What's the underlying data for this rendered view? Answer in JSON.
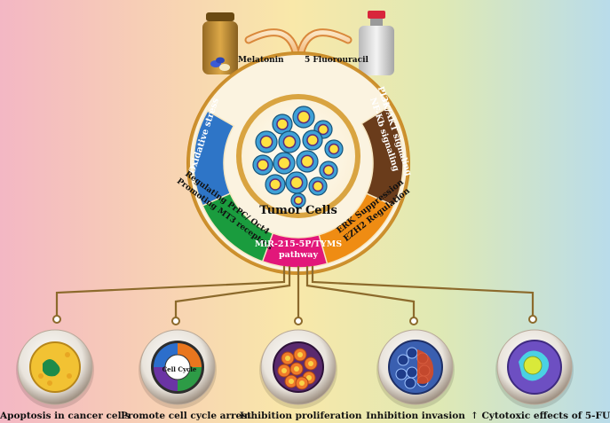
{
  "drugs": {
    "left": "Melatonin",
    "right": "5 Fluorouracil"
  },
  "center": {
    "title": "Tumor Cells"
  },
  "ring_segments": [
    {
      "lines": [
        "Oxidative stress"
      ],
      "color": "#2e75c7"
    },
    {
      "lines": [
        "Regulating PrPC/ Oct4",
        "Promoting MT3 receptors"
      ],
      "color": "#1a9c3e"
    },
    {
      "lines": [
        "MiR-215-5P/TYMS",
        "pathway"
      ],
      "color": "#e2177a"
    },
    {
      "lines": [
        "ERK Suppression",
        "EZH2 Regulation"
      ],
      "color": "#ef8c13"
    },
    {
      "lines": [
        "PI3K/AKT signaling",
        "NF-Kb signaling"
      ],
      "color": "#6a3c1b"
    }
  ],
  "outcomes": [
    {
      "label": "Apoptosis in cancer cells",
      "icon": "apoptosis-cell-icon"
    },
    {
      "label": "Promote cell cycle arrest",
      "icon": "cell-cycle-icon",
      "inner_label": "Cell Cycle"
    },
    {
      "label": "Inhibition proliferation",
      "icon": "proliferation-cells-icon"
    },
    {
      "label": "Inhibition invasion",
      "icon": "invasion-cells-icon"
    },
    {
      "label": "↑ Cytotoxic effects of 5-FU",
      "icon": "cytotoxic-cell-icon"
    }
  ],
  "colors": {
    "ring_gold": "#d9a441",
    "connector": "#8c6a2c",
    "cell_blue": "#3fa1d6",
    "cell_nucleus": "#ffe241"
  }
}
